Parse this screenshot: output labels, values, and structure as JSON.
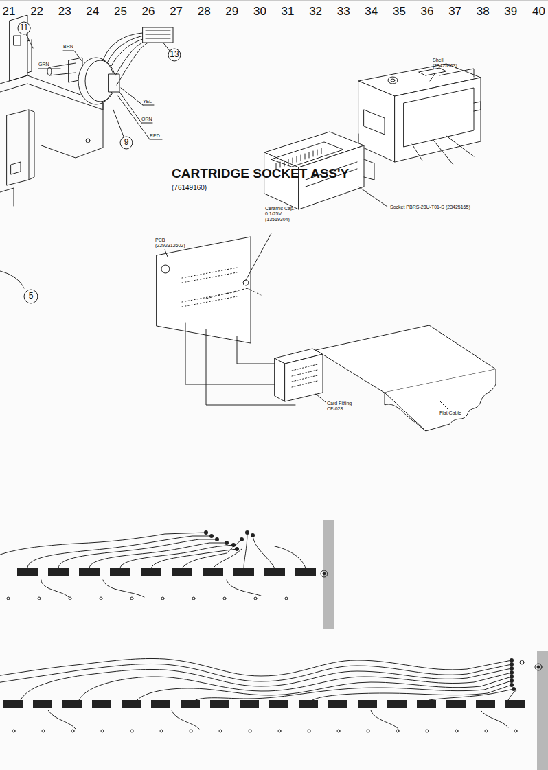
{
  "diagram": {
    "title": "CARTRIDGE SOCKET ASS'Y",
    "labels": [
      "21",
      "22",
      "23",
      "24",
      "25",
      "26",
      "27",
      "28",
      "29",
      "30",
      "31",
      "32",
      "33",
      "34",
      "35",
      "36",
      "37",
      "38",
      "39",
      "40",
      "11",
      "BRN",
      "GRN",
      "13",
      "YEL",
      "ORN",
      "9",
      "RED",
      "5",
      "(76149160)",
      "Shell (23425803)",
      "Ceramic Cap. 0.1/25V (13519304)",
      "Socket PBRS-28U-T01-S (23425165)",
      "PCB (2292312602)",
      "Card Fitting CF-028",
      "Flat Cable"
    ]
  }
}
